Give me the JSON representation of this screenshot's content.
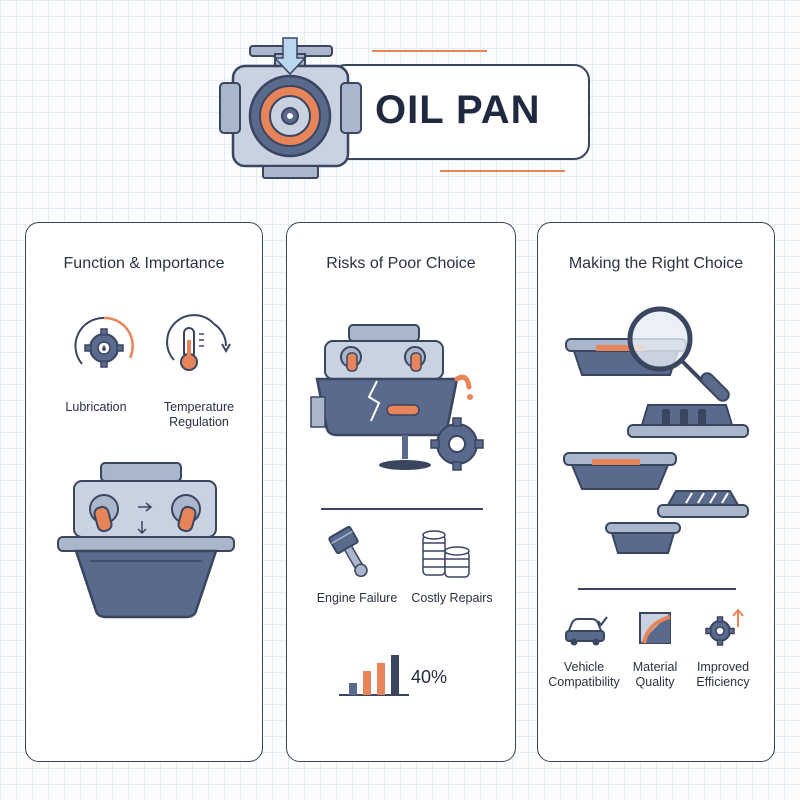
{
  "title": "OIL PAN",
  "panels": [
    {
      "title": "Function & Importance",
      "items": [
        "Lubrication",
        "Temperature Regulation"
      ]
    },
    {
      "title": "Risks of Poor Choice",
      "items": [
        "Engine Failure",
        "Costly Repairs"
      ],
      "stat": "40%"
    },
    {
      "title": "Making the Right Choice",
      "items": [
        "Vehicle Compatibility",
        "Material Quality",
        "Improved Efficiency"
      ]
    }
  ],
  "colors": {
    "navy": "#3a4560",
    "steel": "#5a6a8c",
    "light_steel": "#aab6cc",
    "orange": "#e8845a",
    "grid": "#e6ebf0"
  },
  "icons": [
    "oil-pan-logo-icon",
    "gear-lubrication-icon",
    "thermometer-icon",
    "engine-oil-pan-icon",
    "broken-engine-icon",
    "piston-icon",
    "coin-stack-icon",
    "bar-chart-icon",
    "magnifier-icon",
    "car-check-icon",
    "material-icon",
    "gear-arrow-icon"
  ]
}
